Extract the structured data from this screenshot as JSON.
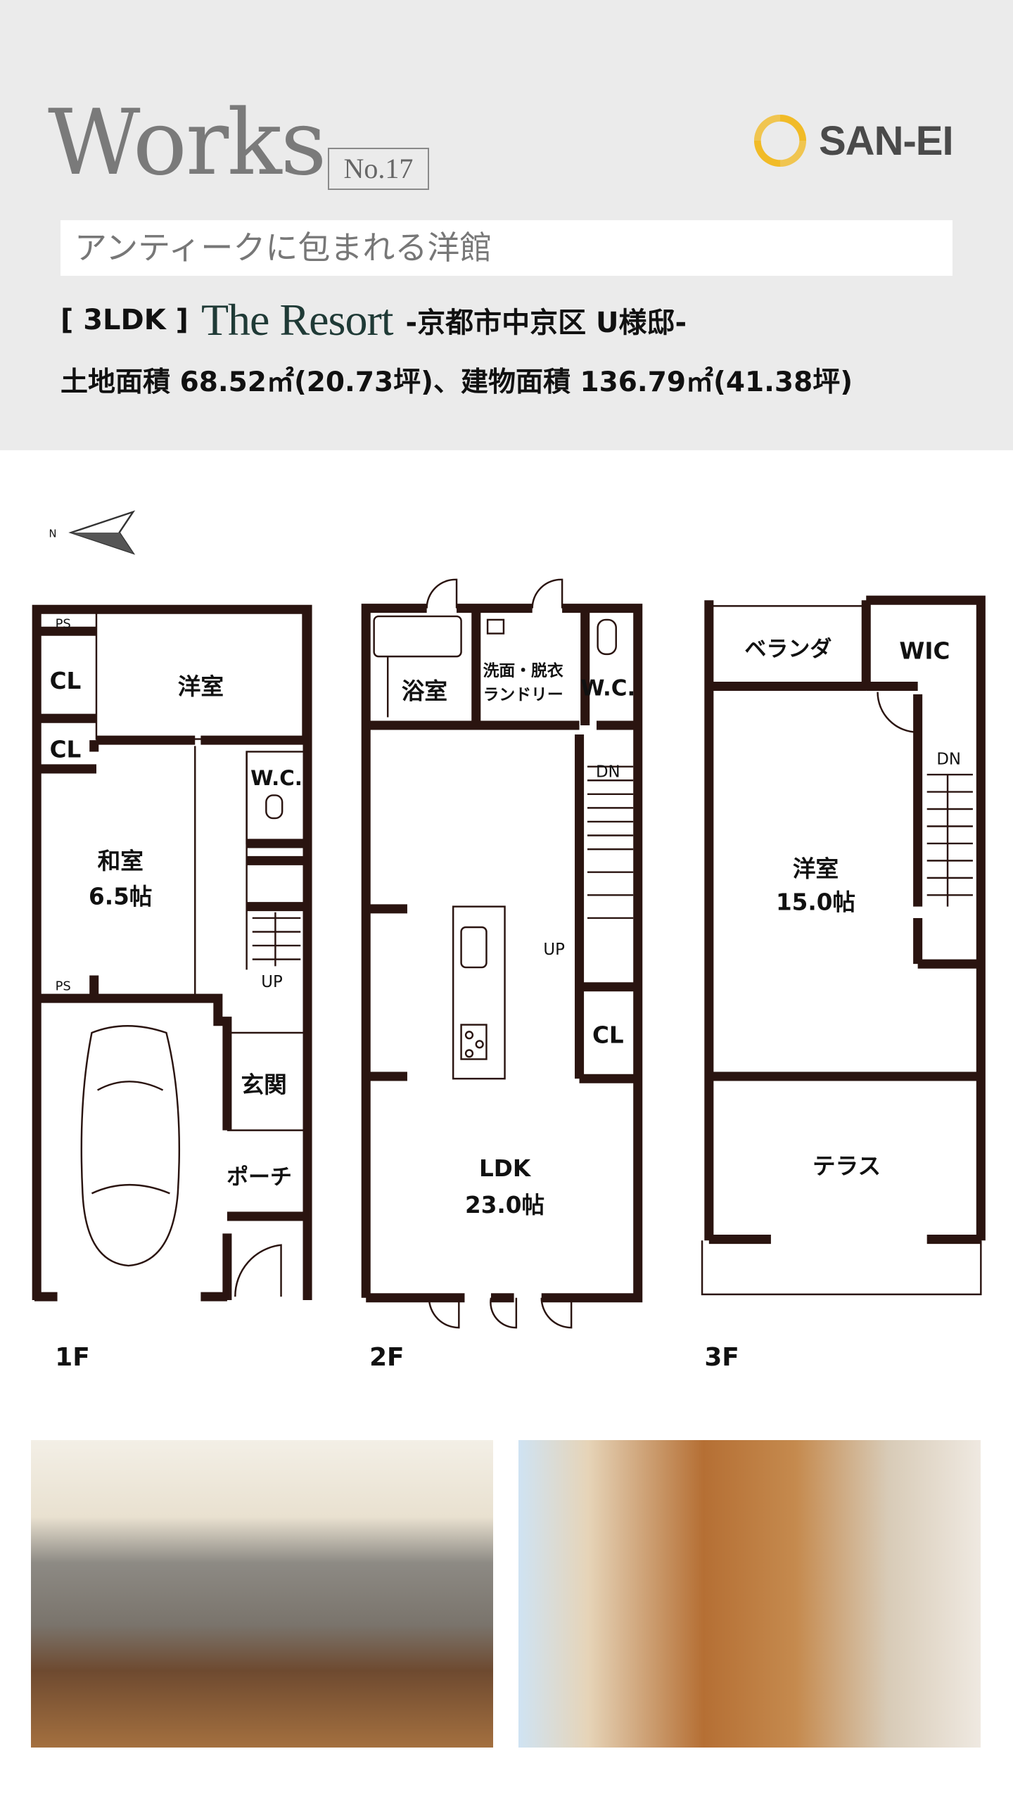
{
  "header": {
    "title": "Works",
    "number": "No.17",
    "logo_text": "SAN-EI",
    "logo_color": "#f1b81c",
    "subtitle": "アンティークに包まれる洋館",
    "layout_type": "[ 3LDK ]",
    "series": "The Resort",
    "location": "-京都市中京区 U様邸-",
    "area": "土地面積 68.52㎡(20.73坪)、建物面積 136.79㎡(41.38坪)"
  },
  "compass": {
    "label": "N"
  },
  "floors": {
    "f1": {
      "label": "1F",
      "rooms": {
        "ps1": "PS",
        "cl1": "CL",
        "western": "洋室",
        "cl2": "CL",
        "wc": "W.C.",
        "japanese": "和室",
        "japanese_size": "6.5帖",
        "up": "UP",
        "ps2": "PS",
        "entrance": "玄関",
        "porch": "ポーチ"
      }
    },
    "f2": {
      "label": "2F",
      "rooms": {
        "bath": "浴室",
        "wash1": "洗面・脱衣",
        "wash2": "ランドリー",
        "wc": "W.C.",
        "dn": "DN",
        "up": "UP",
        "cl": "CL",
        "ldk": "LDK",
        "ldk_size": "23.0帖"
      }
    },
    "f3": {
      "label": "3F",
      "rooms": {
        "veranda": "ベランダ",
        "wic": "WIC",
        "dn": "DN",
        "western": "洋室",
        "western_size": "15.0帖",
        "terrace": "テラス"
      }
    }
  }
}
